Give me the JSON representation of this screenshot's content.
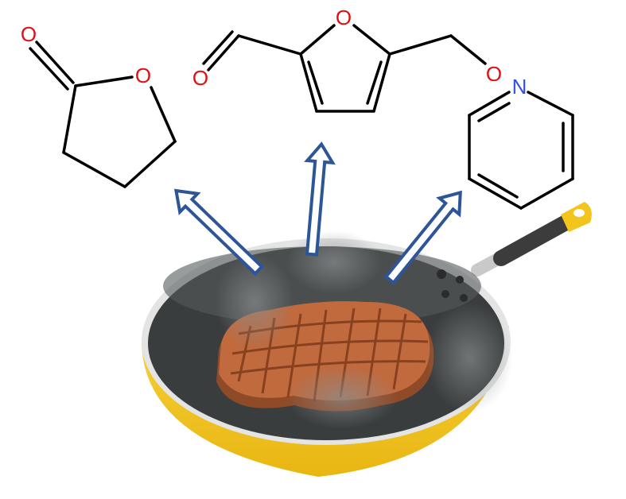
{
  "colors": {
    "oxygen": "#e01010",
    "nitrogen": "#3050e8",
    "bond": "#000000",
    "arrow": "#2d5597",
    "pan_body": "#f2c41c",
    "pan_inner": "#3a3d3e",
    "steak": "#b8643a"
  },
  "molecules": [
    {
      "name": "lactone",
      "atoms": {
        "carbonyl_o": "O",
        "ring_o": "O"
      }
    },
    {
      "name": "furan-aldehyde",
      "atoms": {
        "aldehyde_o": "O",
        "ring_o": "O",
        "ether_o": "O"
      }
    },
    {
      "name": "pyridine",
      "atoms": {
        "n": "N"
      }
    }
  ]
}
